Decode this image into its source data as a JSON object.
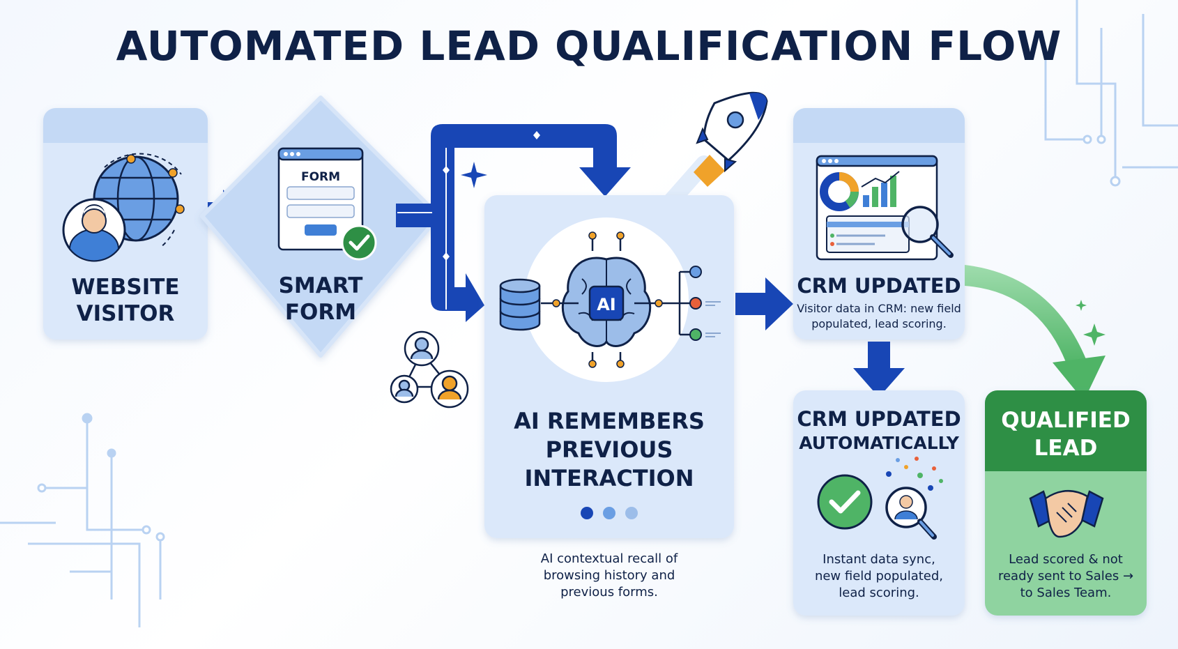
{
  "title": "AUTOMATED LEAD QUALIFICATION FLOW",
  "steps": {
    "visitor": {
      "line1": "WEBSITE",
      "line2": "VISITOR"
    },
    "form": {
      "line1": "SMART",
      "line2": "FORM",
      "mock_label": "FORM"
    },
    "ai": {
      "line1": "AI REMEMBERS",
      "line2": "PREVIOUS",
      "line3": "INTERACTION",
      "chip": "AI",
      "desc1": "AI contextual recall of",
      "desc2": "browsing history and",
      "desc3": "previous forms."
    },
    "crm_updated": {
      "title": "CRM UPDATED",
      "desc1": "Visitor data in CRM: new field",
      "desc2": "populated, lead scoring."
    },
    "crm_auto": {
      "line1": "CRM UPDATED",
      "line2": "AUTOMATICALLY",
      "desc1": "Instant data sync,",
      "desc2": "new field populated,",
      "desc3": "lead scoring."
    },
    "qualified": {
      "line1": "QUALIFIED",
      "line2": "LEAD",
      "desc1": "Lead scored & not",
      "desc2": "ready sent to Sales →",
      "desc3": "to Sales Team."
    }
  },
  "colors": {
    "navy": "#0f2147",
    "arrow_blue": "#1846b5",
    "panel_blue": "#dbe8fa",
    "panel_header": "#c4d9f5",
    "green_dark": "#2e8f45",
    "green_light": "#8fd3a0",
    "accent_orange": "#f0a22a"
  }
}
